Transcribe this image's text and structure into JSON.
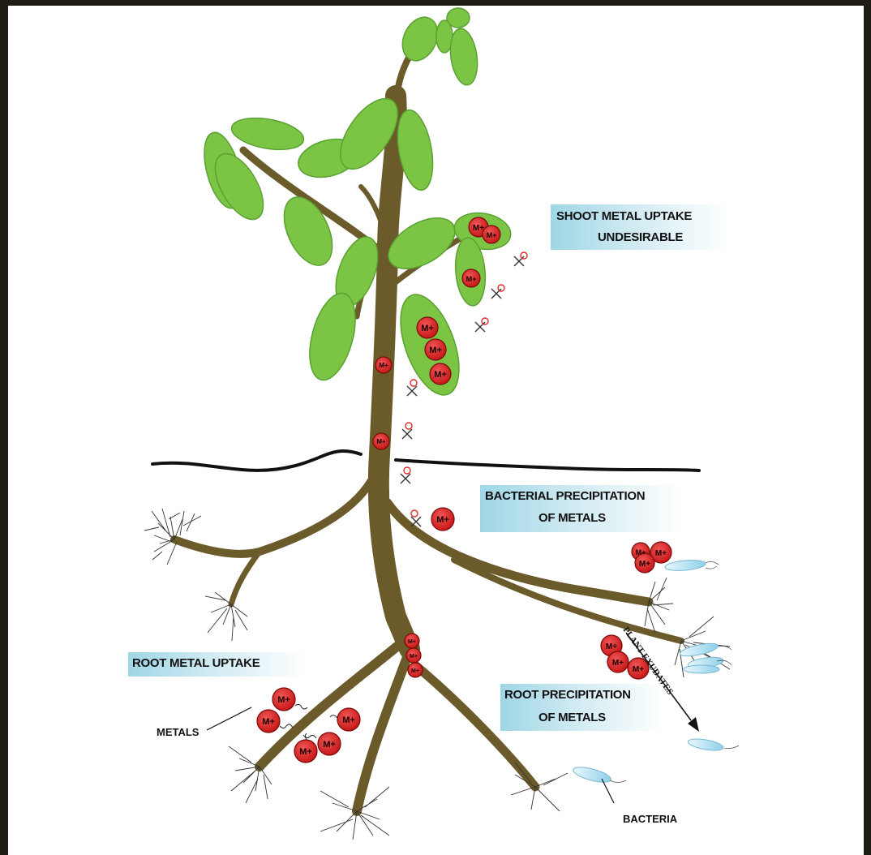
{
  "labels": {
    "shoot_line1": "SHOOT METAL UPTAKE",
    "shoot_line2": "UNDESIRABLE",
    "bacterial_line1": "BACTERIAL PRECIPITATION",
    "bacterial_line2": "OF METALS",
    "root_uptake": "ROOT METAL UPTAKE",
    "root_precip_line1": "ROOT PRECIPITATION",
    "root_precip_line2": "OF METALS",
    "metals": "METALS",
    "bacteria": "BACTERIA",
    "plant_exudates": "PLANT EXUDATES",
    "metal_ion": "M+"
  },
  "colors": {
    "background": "#1f1c14",
    "leaf": "#7cc444",
    "leaf_dark": "#5aa132",
    "stem": "#6b5a2a",
    "metal": "#e02a2a",
    "bacteria": "#a9dcee",
    "label_box": "#9fd6e6"
  }
}
